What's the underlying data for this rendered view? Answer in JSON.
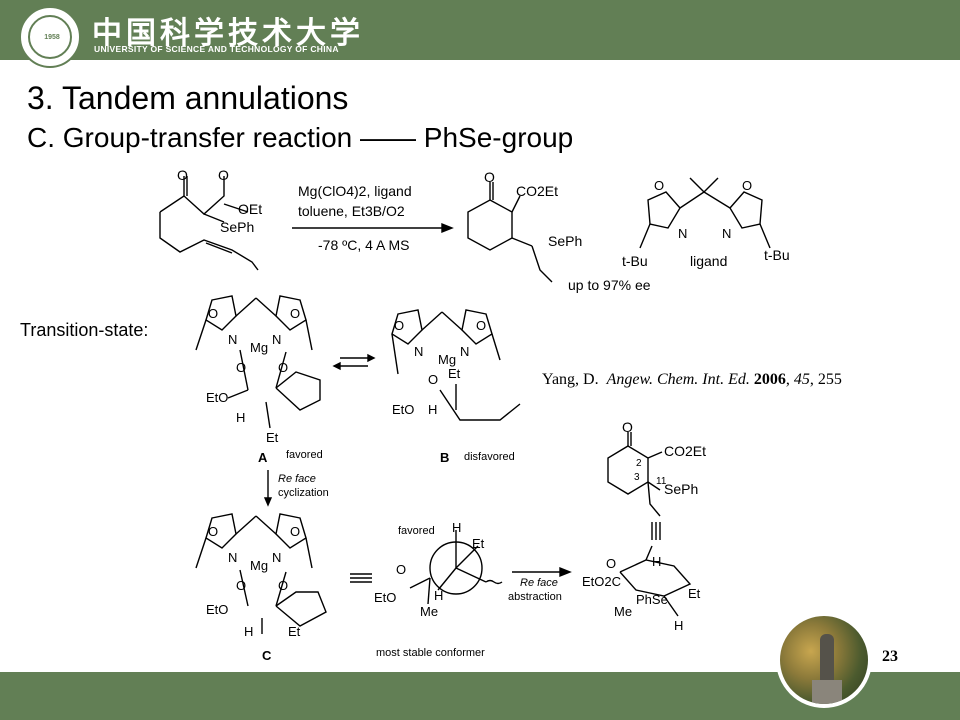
{
  "header": {
    "university_cn": "中国科学技术大学",
    "university_en": "UNIVERSITY OF SCIENCE AND TECHNOLOGY OF CHINA",
    "seal_year": "1958"
  },
  "slide": {
    "title": "3. Tandem annulations",
    "subtitle": "C. Group-transfer reaction —— PhSe-group",
    "transition_state_label": "Transition-state:",
    "page_number": "23"
  },
  "reaction": {
    "reactant_labels": [
      "O",
      "O",
      "OEt",
      "SePh"
    ],
    "conditions_above": "Mg(ClO4)2, ligand",
    "conditions_above_2": "toluene, Et3B/O2",
    "conditions_below": "-78 ºC, 4 A MS",
    "product_labels": [
      "O",
      "CO2Et",
      "SePh"
    ],
    "yield_note": "up to 97% ee",
    "ligand_labels": [
      "O",
      "O",
      "N",
      "N",
      "t-Bu",
      "t-Bu"
    ],
    "ligand_caption": "ligand"
  },
  "transition_states": {
    "A": {
      "label": "A",
      "note": "favored",
      "atoms": [
        "O",
        "O",
        "N",
        "Mg",
        "N",
        "O",
        "O",
        "EtO",
        "H",
        "Et"
      ]
    },
    "B": {
      "label": "B",
      "note": "disfavored",
      "atoms": [
        "O",
        "O",
        "N",
        "Mg",
        "N",
        "O",
        "Et",
        "EtO",
        "H"
      ]
    },
    "arrow_note_1": "Re face",
    "arrow_note_2": "cyclization",
    "C": {
      "label": "C",
      "atoms": [
        "O",
        "O",
        "N",
        "Mg",
        "N",
        "O",
        "O",
        "EtO",
        "H",
        "Et"
      ]
    },
    "newman": {
      "favored": "favored",
      "atoms": [
        "H",
        "Et",
        "O",
        "EtO",
        "Me",
        "H"
      ],
      "caption": "most stable conformer"
    },
    "abstraction_1": "Re face",
    "abstraction_2": "abstraction",
    "final_product": {
      "labels": [
        "O",
        "CO2Et",
        "2",
        "3",
        "11",
        "SePh"
      ]
    },
    "final_tc": {
      "labels": [
        "O",
        "H",
        "EtO2C",
        "Me",
        "PhSe",
        "Et",
        "H"
      ]
    }
  },
  "citation": {
    "authors": "Yang, D.",
    "journal": "Angew. Chem. Int. Ed.",
    "year": "2006",
    "volume": "45",
    "pages": "255"
  }
}
